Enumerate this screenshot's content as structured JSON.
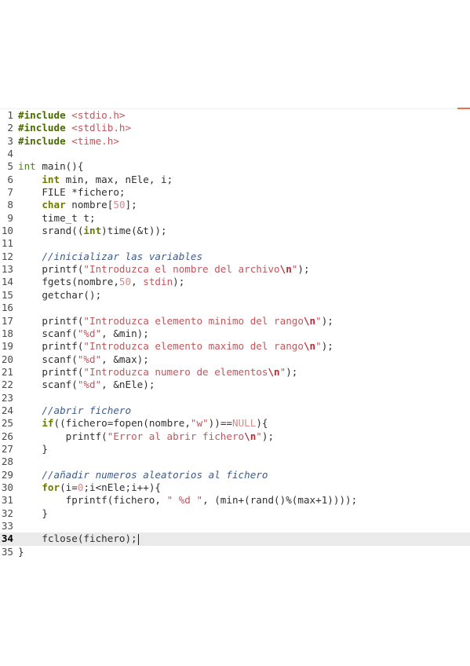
{
  "editor": {
    "current_line": 34,
    "lines": [
      {
        "n": "1",
        "tokens": [
          [
            "pp",
            "#include "
          ],
          [
            "str",
            "<stdio.h>"
          ]
        ]
      },
      {
        "n": "2",
        "tokens": [
          [
            "pp",
            "#include "
          ],
          [
            "str",
            "<stdlib.h>"
          ]
        ]
      },
      {
        "n": "3",
        "tokens": [
          [
            "pp",
            "#include "
          ],
          [
            "str",
            "<time.h>"
          ]
        ]
      },
      {
        "n": "4",
        "tokens": []
      },
      {
        "n": "5",
        "tokens": [
          [
            "type",
            "int"
          ],
          [
            "id",
            " main(){"
          ]
        ]
      },
      {
        "n": "6",
        "tokens": [
          [
            "id",
            "    "
          ],
          [
            "type-bold",
            "int"
          ],
          [
            "id",
            " min, max, nEle, i;"
          ]
        ]
      },
      {
        "n": "7",
        "tokens": [
          [
            "id",
            "    FILE *fichero;"
          ]
        ]
      },
      {
        "n": "8",
        "tokens": [
          [
            "id",
            "    "
          ],
          [
            "type-bold",
            "char"
          ],
          [
            "id",
            " nombre["
          ],
          [
            "num",
            "50"
          ],
          [
            "id",
            "];"
          ]
        ]
      },
      {
        "n": "9",
        "tokens": [
          [
            "id",
            "    time_t t;"
          ]
        ]
      },
      {
        "n": "10",
        "tokens": [
          [
            "id",
            "    srand(("
          ],
          [
            "type-bold",
            "int"
          ],
          [
            "id",
            ")time(&t));"
          ]
        ]
      },
      {
        "n": "11",
        "tokens": []
      },
      {
        "n": "12",
        "tokens": [
          [
            "id",
            "    "
          ],
          [
            "cmt",
            "//inicializar las variables"
          ]
        ]
      },
      {
        "n": "13",
        "tokens": [
          [
            "id",
            "    printf("
          ],
          [
            "str",
            "\"Introduzca el nombre del archivo"
          ],
          [
            "esc",
            "\\n"
          ],
          [
            "str",
            "\""
          ],
          [
            "id",
            ");"
          ]
        ]
      },
      {
        "n": "14",
        "tokens": [
          [
            "id",
            "    fgets(nombre,"
          ],
          [
            "num",
            "50"
          ],
          [
            "id",
            ", "
          ],
          [
            "str",
            "stdin"
          ],
          [
            "id",
            ");"
          ]
        ]
      },
      {
        "n": "15",
        "tokens": [
          [
            "id",
            "    getchar();"
          ]
        ]
      },
      {
        "n": "16",
        "tokens": []
      },
      {
        "n": "17",
        "tokens": [
          [
            "id",
            "    printf("
          ],
          [
            "str",
            "\"Introduzca elemento minimo del rango"
          ],
          [
            "esc",
            "\\n"
          ],
          [
            "str",
            "\""
          ],
          [
            "id",
            ");"
          ]
        ]
      },
      {
        "n": "18",
        "tokens": [
          [
            "id",
            "    scanf("
          ],
          [
            "str",
            "\"%d\""
          ],
          [
            "id",
            ", &min);"
          ]
        ]
      },
      {
        "n": "19",
        "tokens": [
          [
            "id",
            "    printf("
          ],
          [
            "str",
            "\"Introduzca elemento maximo del rango"
          ],
          [
            "esc",
            "\\n"
          ],
          [
            "str",
            "\""
          ],
          [
            "id",
            ");"
          ]
        ]
      },
      {
        "n": "20",
        "tokens": [
          [
            "id",
            "    scanf("
          ],
          [
            "str",
            "\"%d\""
          ],
          [
            "id",
            ", &max);"
          ]
        ]
      },
      {
        "n": "21",
        "tokens": [
          [
            "id",
            "    printf("
          ],
          [
            "str",
            "\"Introduzca numero de elementos"
          ],
          [
            "esc",
            "\\n"
          ],
          [
            "str",
            "\""
          ],
          [
            "id",
            ");"
          ]
        ]
      },
      {
        "n": "22",
        "tokens": [
          [
            "id",
            "    scanf("
          ],
          [
            "str",
            "\"%d\""
          ],
          [
            "id",
            ", &nEle);"
          ]
        ]
      },
      {
        "n": "23",
        "tokens": []
      },
      {
        "n": "24",
        "tokens": [
          [
            "id",
            "    "
          ],
          [
            "cmt",
            "//abrir fichero"
          ]
        ]
      },
      {
        "n": "25",
        "tokens": [
          [
            "id",
            "    "
          ],
          [
            "kw",
            "if"
          ],
          [
            "id",
            "((fichero=fopen(nombre,"
          ],
          [
            "str",
            "\"w\""
          ],
          [
            "id",
            "))=="
          ],
          [
            "num",
            "NULL"
          ],
          [
            "id",
            "){"
          ]
        ]
      },
      {
        "n": "26",
        "tokens": [
          [
            "id",
            "        printf("
          ],
          [
            "str",
            "\"Error al abrir fichero"
          ],
          [
            "esc",
            "\\n"
          ],
          [
            "str",
            "\""
          ],
          [
            "id",
            ");"
          ]
        ]
      },
      {
        "n": "27",
        "tokens": [
          [
            "id",
            "    }"
          ]
        ]
      },
      {
        "n": "28",
        "tokens": []
      },
      {
        "n": "29",
        "tokens": [
          [
            "id",
            "    "
          ],
          [
            "cmt",
            "//añadir numeros aleatorios al fichero"
          ]
        ]
      },
      {
        "n": "30",
        "tokens": [
          [
            "id",
            "    "
          ],
          [
            "kw",
            "for"
          ],
          [
            "id",
            "(i="
          ],
          [
            "num",
            "0"
          ],
          [
            "id",
            ";i<nEle;i++){"
          ]
        ]
      },
      {
        "n": "31",
        "tokens": [
          [
            "id",
            "        fprintf(fichero, "
          ],
          [
            "str",
            "\" %d \""
          ],
          [
            "id",
            ", (min+(rand()%(max+1))));"
          ]
        ]
      },
      {
        "n": "32",
        "tokens": [
          [
            "id",
            "    }"
          ]
        ]
      },
      {
        "n": "33",
        "tokens": []
      },
      {
        "n": "34",
        "tokens": [
          [
            "id",
            "    fclose(fichero);"
          ]
        ]
      },
      {
        "n": "35",
        "tokens": [
          [
            "id",
            "}"
          ]
        ]
      }
    ]
  }
}
